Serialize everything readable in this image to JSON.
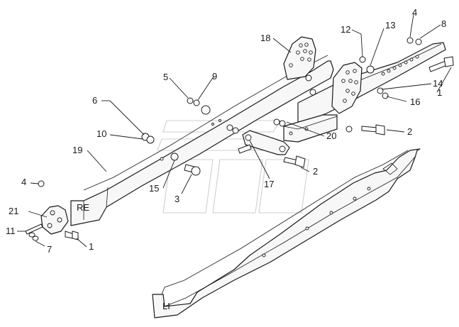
{
  "diagram": {
    "side_labels": {
      "right_side": "RE",
      "left_side": "LI"
    },
    "callouts": [
      "4",
      "8",
      "18",
      "12",
      "13",
      "5",
      "9",
      "6",
      "14",
      "1",
      "16",
      "10",
      "19",
      "20",
      "2",
      "2",
      "15",
      "3",
      "17",
      "4",
      "21",
      "11",
      "7",
      "1"
    ],
    "colors": {
      "line": "#1a1a1a",
      "paper": "#ffffff",
      "watermark": "#cfcfcf"
    }
  }
}
